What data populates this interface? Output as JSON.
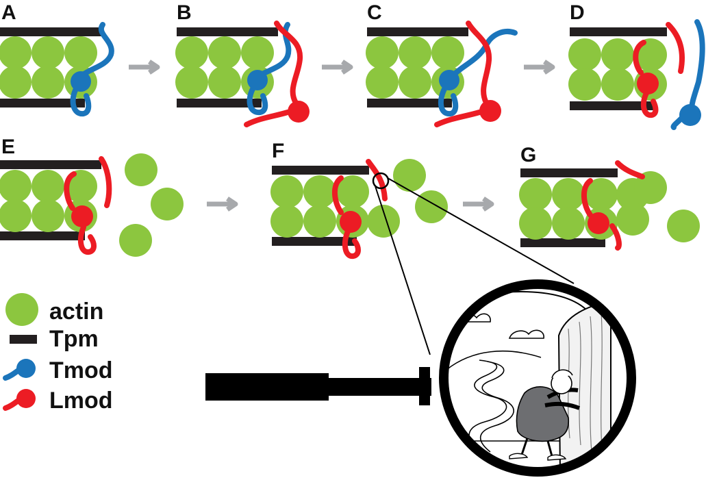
{
  "colors": {
    "actin": "#8cc63f",
    "tpm": "#231f20",
    "tmod": "#1b75bb",
    "lmod": "#ec1c24",
    "arrow": "#a7a9ac",
    "ink": "#000000"
  },
  "panels": [
    {
      "label": "A"
    },
    {
      "label": "B"
    },
    {
      "label": "C"
    },
    {
      "label": "D"
    },
    {
      "label": "E"
    },
    {
      "label": "F"
    },
    {
      "label": "G"
    }
  ],
  "legend": [
    {
      "label": "actin",
      "icon": "actin-circle"
    },
    {
      "label": "Tpm",
      "icon": "tpm-bar"
    },
    {
      "label": "Tmod",
      "icon": "tmod-strand"
    },
    {
      "label": "Lmod",
      "icon": "lmod-strand"
    }
  ],
  "inset": {
    "icon": "magnifying-glass-icon",
    "scene": "illustration-figure-pushing-door"
  }
}
